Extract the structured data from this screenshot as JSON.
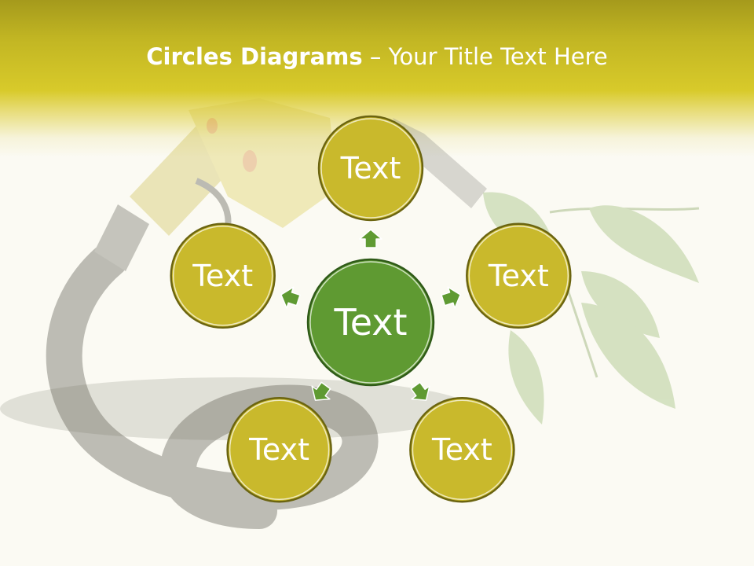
{
  "title": {
    "bold": "Circles Diagrams",
    "separator": " – ",
    "rest": "Your Title Text Here"
  },
  "colors": {
    "header": "#c2b623",
    "outer_fill": "#c9b92c",
    "outer_stroke": "#6b6410",
    "center_fill": "#5f9a32",
    "center_stroke": "#2f5a18",
    "arrow": "#5f9a32",
    "label": "#ffffff"
  },
  "diagram": {
    "center": {
      "label": "Text"
    },
    "nodes": [
      {
        "id": "top",
        "label": "Text"
      },
      {
        "id": "upper-right",
        "label": "Text"
      },
      {
        "id": "lower-right",
        "label": "Text"
      },
      {
        "id": "lower-left",
        "label": "Text"
      },
      {
        "id": "upper-left",
        "label": "Text"
      }
    ]
  }
}
